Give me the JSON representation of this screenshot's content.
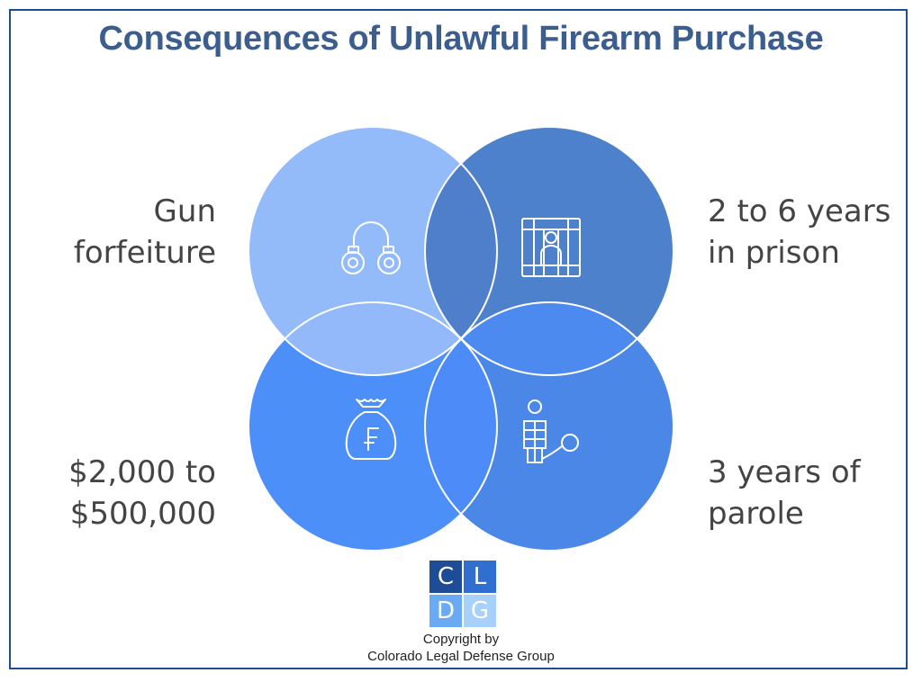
{
  "title": "Consequences of Unlawful Firearm Purchase",
  "quadrants": [
    {
      "id": "top-left",
      "lines": [
        "Gun",
        "forfeiture"
      ],
      "icon": "handcuffs-icon",
      "color": "#93bbfa"
    },
    {
      "id": "top-right",
      "lines": [
        "2 to 6 years",
        "in prison"
      ],
      "icon": "prisoner-behind-bars-icon",
      "color": "#4e81cb"
    },
    {
      "id": "bottom-left",
      "lines": [
        "$2,000 to",
        "$500,000"
      ],
      "icon": "money-bag-icon",
      "color": "#4d8ff9"
    },
    {
      "id": "bottom-right",
      "lines": [
        "3 years of",
        "parole"
      ],
      "icon": "ball-and-chain-prisoner-icon",
      "color": "#4b87e6"
    }
  ],
  "overlap_colors": {
    "top": "#4f7fcb",
    "left": "#94b9fb",
    "right": "#4c8af0",
    "bottom": "#4d8cf8"
  },
  "logo": {
    "cells": [
      {
        "letter": "C",
        "color": "#1f4c97"
      },
      {
        "letter": "L",
        "color": "#2f6fcf"
      },
      {
        "letter": "D",
        "color": "#6aaaf5"
      },
      {
        "letter": "G",
        "color": "#a7d0fb"
      }
    ]
  },
  "copyright": {
    "line1": "Copyright by",
    "line2": "Colorado Legal Defense Group"
  }
}
